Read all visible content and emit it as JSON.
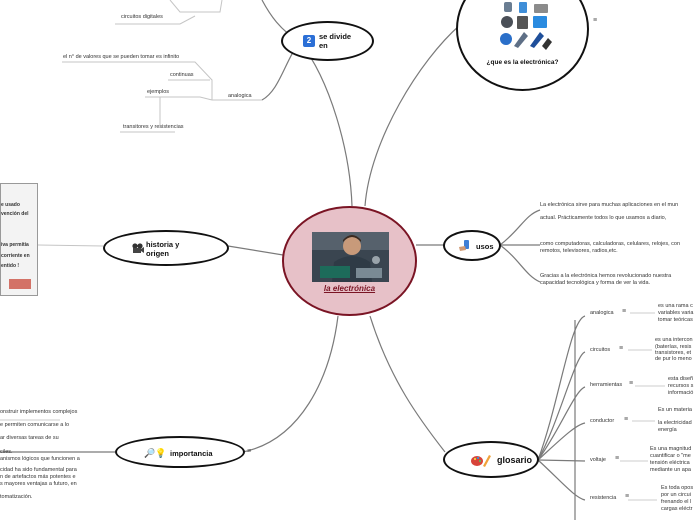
{
  "center": {
    "title": "la electrónica"
  },
  "nodes": {
    "se_divide": "se divide en",
    "historia": "historia y origen",
    "importancia": "importancia",
    "que_es": "¿que es la electrónica?",
    "usos": "usos",
    "glosario": "glosario"
  },
  "icons": {
    "se_divide": "number-2-badge-icon",
    "historia": "film-projector-icon",
    "importancia": "magnifier-lightbulb-icon",
    "usos": "phone-in-hand-icon",
    "glosario": "paint-palette-pencil-icon",
    "menu": "hamburger-menu-icon"
  },
  "se_divide_branch": {
    "digital_leaf": "circuitos digitales",
    "analogica": "analogica",
    "infinito": "el n° de valores que se pueden tomar es infinito",
    "continuas": "continuas",
    "ejemplos": "ejemplos",
    "transistores": "transitores y resistencias"
  },
  "historia_branch": {
    "image_text": [
      "e usado",
      "vención del",
      "iva permitía",
      "corriente en",
      "entido !"
    ]
  },
  "importancia_branch": [
    "onstruir implementos complejos",
    "e permiten comunicarse a lo",
    "ar diversas tareas de su",
    "ciles.",
    "anismos lógicos que funcionen a",
    "cidad ha sido fundamental para",
    "n de artefactos más potentes e",
    "s mayores ventajas a futuro, en",
    "tomatización."
  ],
  "usos_branch": {
    "p1_line1": "La electrónica sirve para muchas aplicaciones en el mun",
    "p1_line2": "actual. Prácticamente todos lo que usamos a diario,",
    "p2_line1": "como computadoras, calculadoras, celulares, relojes, con",
    "p2_line2": "remotos, televisores, radios,etc.",
    "p3_line1": "Gracias a la electrónica hemos revolucionado nuestra",
    "p3_line2": "capacidad tecnológica y forma de ver la vida."
  },
  "glosario_branch": {
    "analogica": {
      "term": "analogica",
      "def": [
        "es una rama c",
        "variables varia",
        "tomar teóricas"
      ]
    },
    "circuitos": {
      "term": "circuitos",
      "def": [
        "es una intercon",
        "(baterías, resis",
        "transistores, et",
        "de pur lo meno"
      ]
    },
    "herramientas": {
      "term": "herramientas",
      "def": [
        "esta diseñ",
        "recursos s",
        "informació"
      ]
    },
    "conductor": {
      "term": "conductor",
      "def": [
        "Es un materia",
        "",
        "la electricidad",
        "energía"
      ]
    },
    "voltaje": {
      "term": "voltaje",
      "def": [
        "Es una magnitud",
        "cuantificar o \"me",
        "tensión eléctrica",
        "mediante un apa"
      ]
    },
    "resistencia": {
      "term": "resistencia",
      "def": [
        "Es toda opos",
        "por un circui",
        "frenando el l",
        "cargas eléctr"
      ]
    }
  }
}
